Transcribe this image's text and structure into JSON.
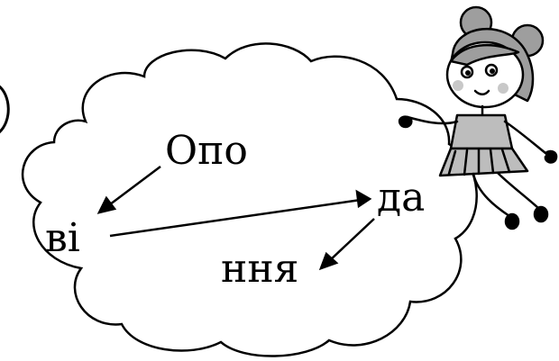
{
  "puzzle": {
    "syllables": {
      "first": "Опо",
      "second": "ві",
      "third": "да",
      "fourth": "ння"
    }
  },
  "colors": {
    "ink": "#000000",
    "background": "#ffffff",
    "dress": "#bdbdbd",
    "cheeks": "#c8c8c8"
  }
}
